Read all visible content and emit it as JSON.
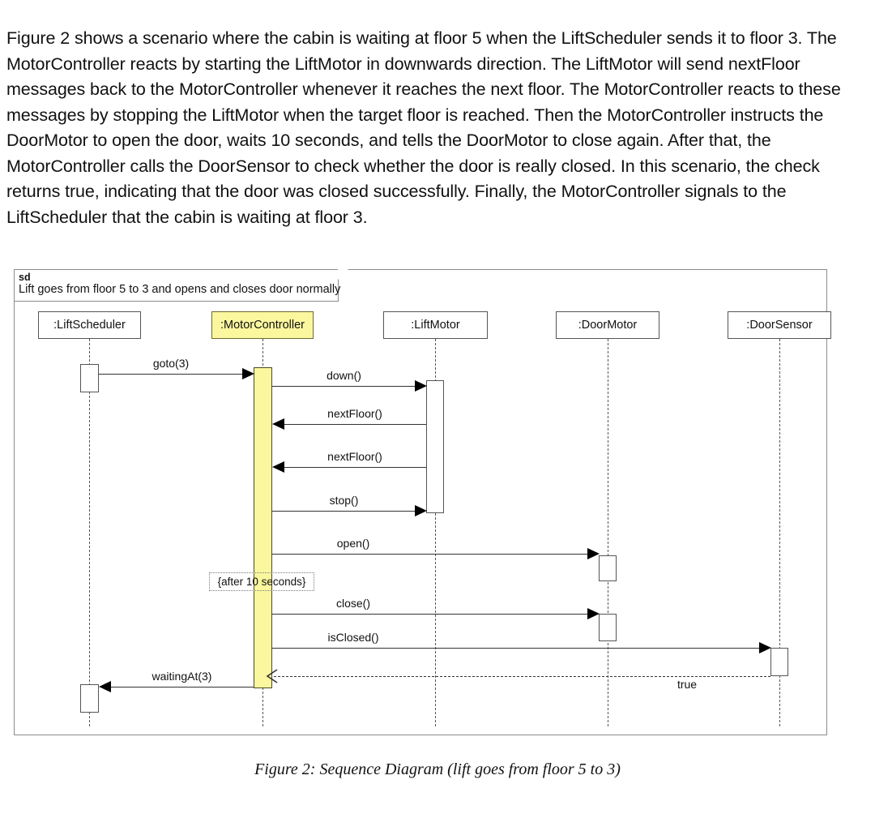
{
  "intro": {
    "paragraph": "Figure 2 shows a scenario where the cabin is waiting at floor 5 when the LiftScheduler sends it to floor 3. The MotorController reacts by starting the LiftMotor in downwards direction. The LiftMotor will send nextFloor messages back to the MotorController whenever it reaches the next floor. The MotorController reacts to these messages by stopping the LiftMotor when the target floor is reached. Then the MotorController instructs the DoorMotor to open the door, waits 10 seconds, and tells the DoorMotor to close again. After that, the MotorController calls the DoorSensor to check whether the door is really closed. In this scenario, the check returns true, indicating that the door was closed successfully. Finally, the MotorController signals to the LiftScheduler that the cabin is waiting at floor 3."
  },
  "diagram": {
    "frame_kind": "sd",
    "frame_title": "Lift goes from floor 5 to 3 and opens and closes door normally",
    "highlight_color": "#fbf79f",
    "line_color": "#555555",
    "lifelines": [
      {
        "name": "LiftScheduler",
        "label": ":LiftScheduler",
        "highlighted": false
      },
      {
        "name": "MotorController",
        "label": ":MotorController",
        "highlighted": true
      },
      {
        "name": "LiftMotor",
        "label": ":LiftMotor",
        "highlighted": false
      },
      {
        "name": "DoorMotor",
        "label": ":DoorMotor",
        "highlighted": false
      },
      {
        "name": "DoorSensor",
        "label": ":DoorSensor",
        "highlighted": false
      }
    ],
    "messages": [
      {
        "label": "goto(3)",
        "from": "LiftScheduler",
        "to": "MotorController",
        "kind": "call",
        "direction": "right"
      },
      {
        "label": "down()",
        "from": "MotorController",
        "to": "LiftMotor",
        "kind": "call",
        "direction": "right"
      },
      {
        "label": "nextFloor()",
        "from": "LiftMotor",
        "to": "MotorController",
        "kind": "call",
        "direction": "left"
      },
      {
        "label": "nextFloor()",
        "from": "LiftMotor",
        "to": "MotorController",
        "kind": "call",
        "direction": "left"
      },
      {
        "label": "stop()",
        "from": "MotorController",
        "to": "LiftMotor",
        "kind": "call",
        "direction": "right"
      },
      {
        "label": "open()",
        "from": "MotorController",
        "to": "DoorMotor",
        "kind": "call",
        "direction": "right"
      },
      {
        "label": "close()",
        "from": "MotorController",
        "to": "DoorMotor",
        "kind": "call",
        "direction": "right"
      },
      {
        "label": "isClosed()",
        "from": "MotorController",
        "to": "DoorSensor",
        "kind": "call",
        "direction": "right"
      },
      {
        "label": "true",
        "from": "DoorSensor",
        "to": "MotorController",
        "kind": "return",
        "direction": "left"
      },
      {
        "label": "waitingAt(3)",
        "from": "MotorController",
        "to": "LiftScheduler",
        "kind": "call",
        "direction": "left"
      }
    ],
    "constraint_note": "{after 10 seconds}"
  },
  "caption": "Figure 2: Sequence Diagram (lift goes from floor 5 to 3)"
}
